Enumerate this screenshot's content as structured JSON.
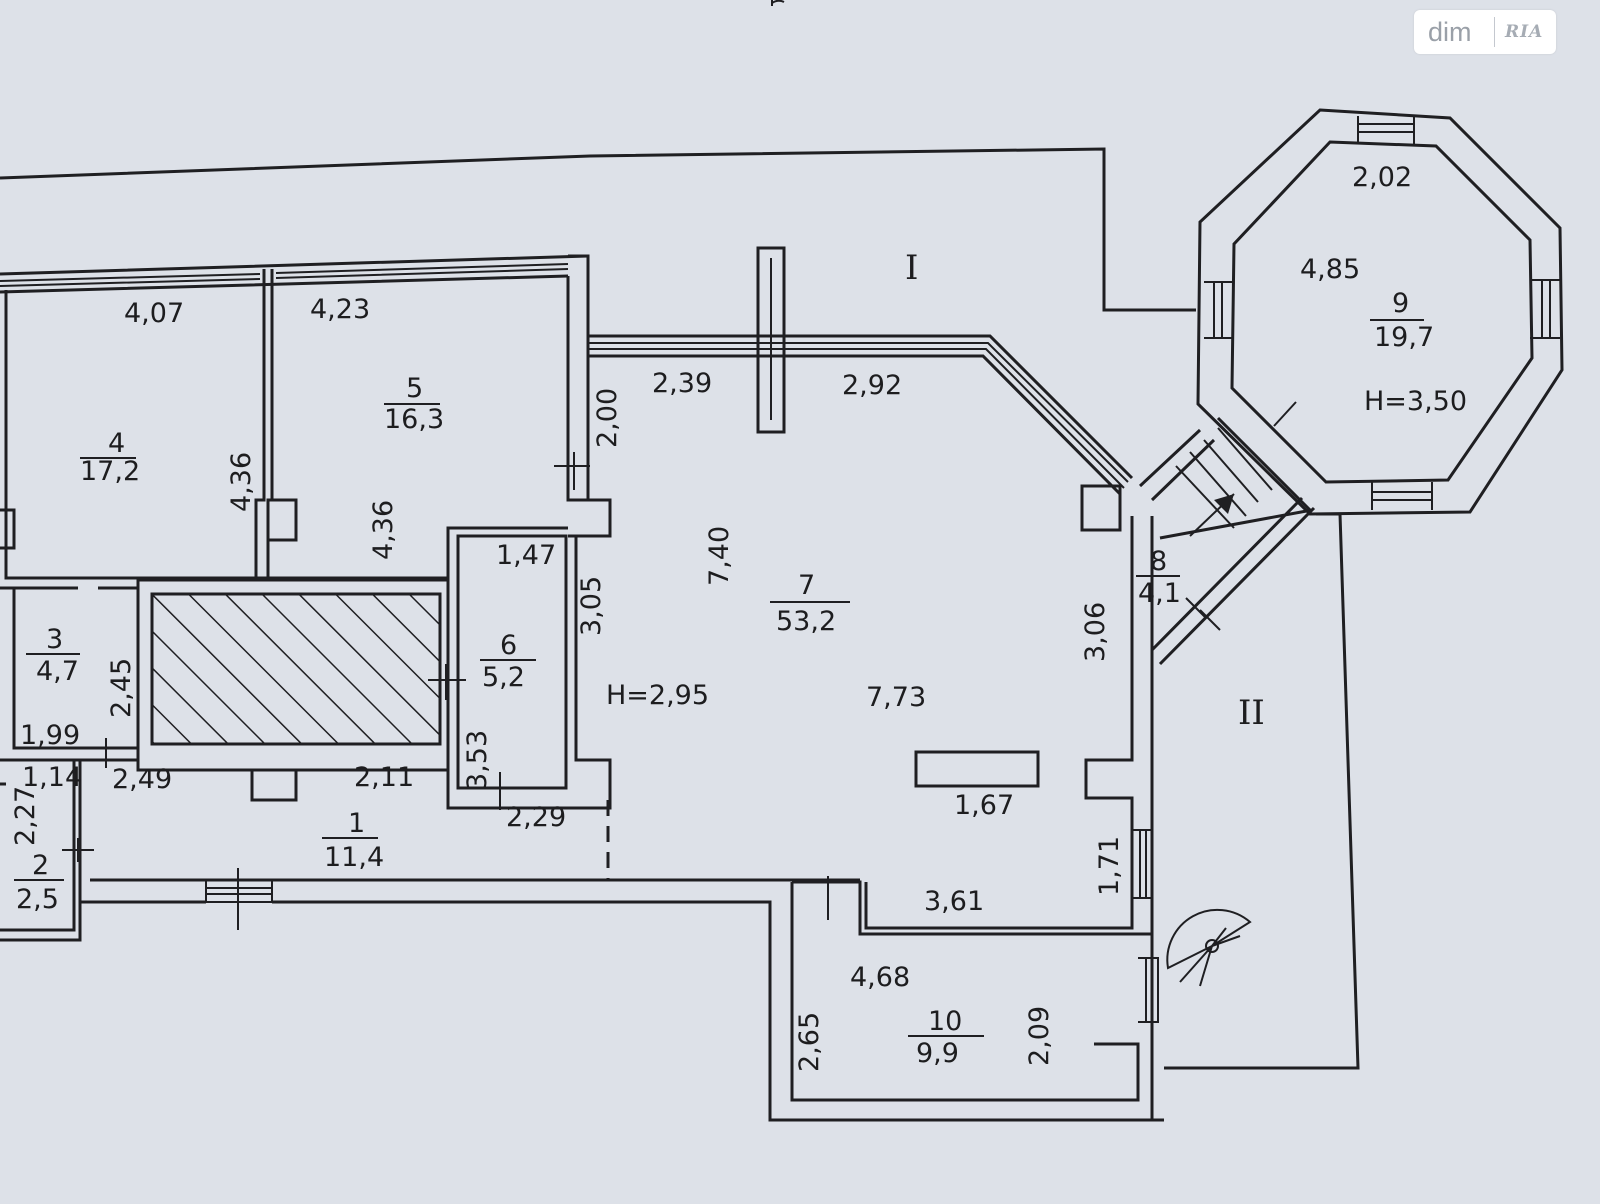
{
  "watermark": {
    "brand": "dim",
    "brand_badge": "RIA"
  },
  "zones": {
    "zone_1": "I",
    "zone_2": "II"
  },
  "rooms": [
    {
      "id": "room-1",
      "number": "1",
      "area": "11,4"
    },
    {
      "id": "room-2",
      "number": "2",
      "area": "2,5"
    },
    {
      "id": "room-3",
      "number": "3",
      "area": "4,7"
    },
    {
      "id": "room-4",
      "number": "4",
      "area": "17,2"
    },
    {
      "id": "room-5",
      "number": "5",
      "area": "16,3"
    },
    {
      "id": "room-6",
      "number": "6",
      "area": "5,2"
    },
    {
      "id": "room-7",
      "number": "7",
      "area": "53,2"
    },
    {
      "id": "room-8",
      "number": "8",
      "area": "4,1"
    },
    {
      "id": "room-9",
      "number": "9",
      "area": "19,7"
    },
    {
      "id": "room-10",
      "number": "10",
      "area": "9,9"
    }
  ],
  "heights": {
    "main": "H=2,95",
    "tower": "H=3,50"
  },
  "dimensions": {
    "d_4_07": "4,07",
    "d_4_23": "4,23",
    "d_4_36_a": "4,36",
    "d_4_36_b": "4,36",
    "d_2_39": "2,39",
    "d_2_92": "2,92",
    "d_2_00": "2,00",
    "d_7_40": "7,40",
    "d_1_47": "1,47",
    "d_3_05": "3,05",
    "d_7_73": "7,73",
    "d_3_06": "3,06",
    "d_1_67": "1,67",
    "d_1_71": "1,71",
    "d_3_61": "3,61",
    "d_4_68": "4,68",
    "d_2_65": "2,65",
    "d_2_09": "2,09",
    "d_2_02": "2,02",
    "d_4_85": "4,85",
    "d_2_45": "2,45",
    "d_1_99": "1,99",
    "d_1_14": "1,14",
    "d_2_49": "2,49",
    "d_2_11": "2,11",
    "d_3_53": "3,53",
    "d_2_29": "2,29",
    "d_2_27": "2,27"
  }
}
